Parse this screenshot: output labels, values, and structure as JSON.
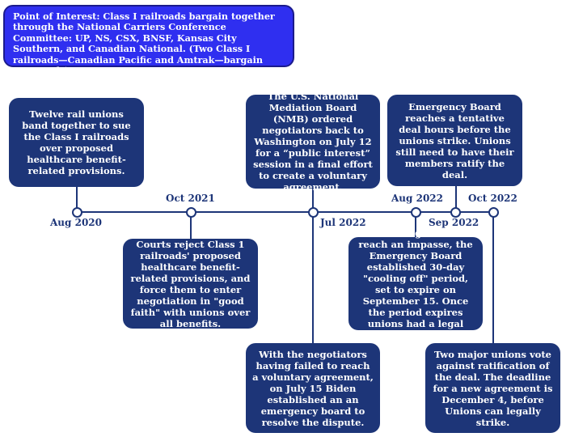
{
  "point_of_interest": "Point of Interest: Class I railroads bargain together through the National Carriers Conference Committee: UP, NS, CSX, BNSF, Kansas City Southern, and Canadian National. (Two Class I railroads—Canadian Pacific and Amtrak—bargain separately).",
  "events": [
    {
      "date": "Aug 2020",
      "text": "Twelve rail unions band together to sue the Class I railroads over proposed healthcare benefit-related provisions."
    },
    {
      "date": "Oct 2021",
      "text": "Courts reject Class 1 railroads' proposed healthcare benefit-related provisions, and force them to enter negotiation in \"good faith\" with unions over all benefits."
    },
    {
      "date": "Jul 2022",
      "text": "The U.S. National Mediation Board (NMB) ordered negotiators back to Washington on July 12 for a “public interest” session in a final effort to create a voluntary agreement."
    },
    {
      "date": "",
      "text": "With the negotiators having failed to reach a voluntary agreement, on July 15 Biden established an an emergency board to resolve the dispute."
    },
    {
      "date": "Aug 2022",
      "text": "When negotiators reach an impasse, the Emergency Board established 30-day \"cooling off\" period, set to expire on September 15. Once the period expires unions had a legal right to strike."
    },
    {
      "date": "Sep 2022",
      "text": "Emergency Board reaches a tentative deal hours before the unions strike. Unions still need to have their members ratify the deal."
    },
    {
      "date": "Oct 2022",
      "text": "Two major unions vote against ratification of the deal. The deadline for a new agreement is December 4, before Unions can legally strike."
    }
  ]
}
